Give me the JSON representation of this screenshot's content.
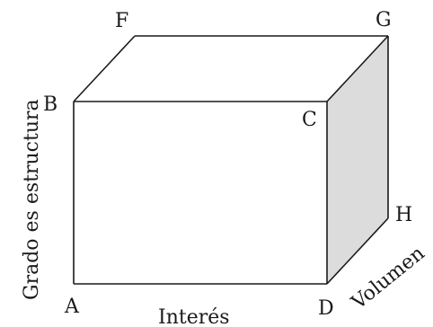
{
  "diagram": {
    "vertices": {
      "A": "A",
      "B": "B",
      "C": "C",
      "D": "D",
      "F": "F",
      "G": "G",
      "H": "H"
    },
    "axes": {
      "x": "Interés",
      "y": "Grado es estructura",
      "z": "Volumen"
    },
    "colors": {
      "edges": "#1a1a1a",
      "side_face": "#dcdcdc",
      "front_face": "#ffffff"
    }
  }
}
